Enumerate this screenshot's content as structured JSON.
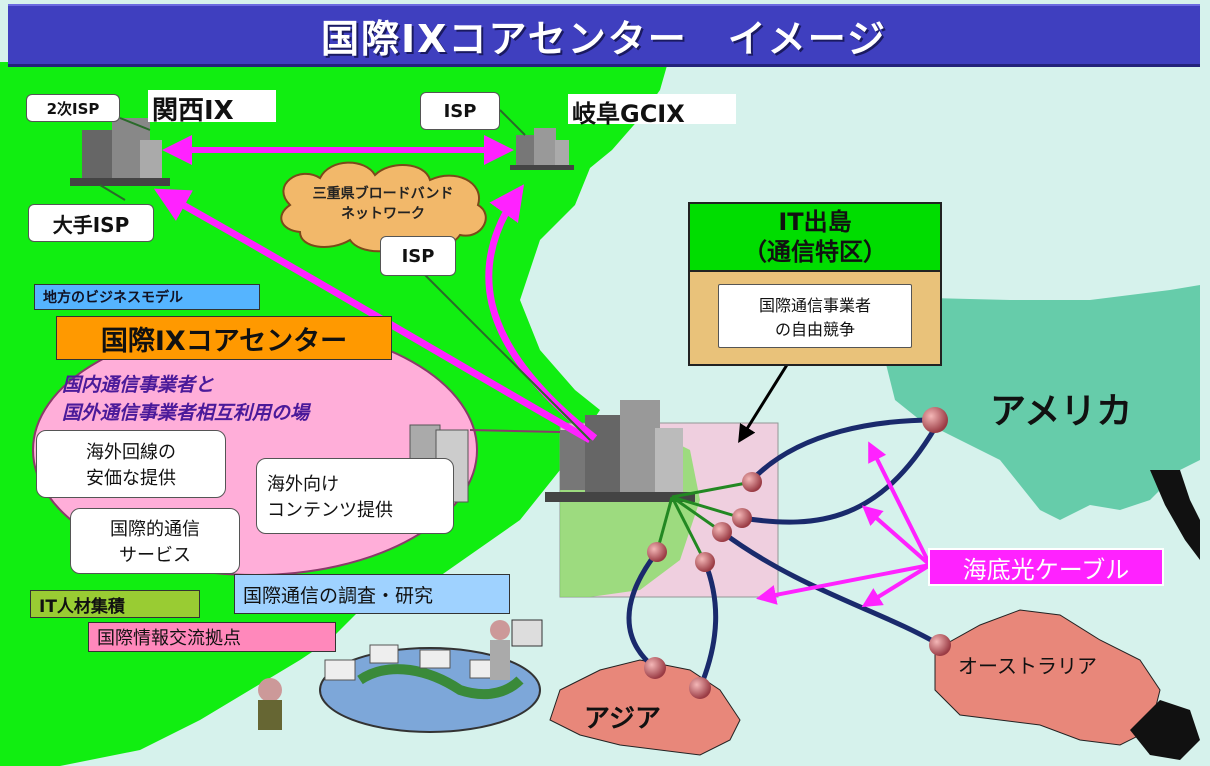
{
  "title": "国際IXコアセンター　イメージ",
  "nodes": {
    "kansai_ix": "関西IX",
    "secondary_isp": "2次ISP",
    "major_isp": "大手ISP",
    "gifu_isp": "ISP",
    "gifu_gcix": "岐阜GCIX",
    "cloud_line1": "三重県ブロードバンド",
    "cloud_line2": "ネットワーク",
    "mie_isp": "ISP"
  },
  "business": {
    "model_tag": "地方のビジネスモデル",
    "center_title": "国際IXコアセンター",
    "mutual_use_line1": "国内通信事業者と",
    "mutual_use_line2": "国外通信事業者相互利用の場",
    "overseas_line_1": "海外回線の",
    "overseas_line_2": "安価な提供",
    "intl_service_1": "国際的通信",
    "intl_service_2": "サービス",
    "content_1": "海外向け",
    "content_2": "コンテンツ提供"
  },
  "tags": {
    "it_talent": "IT人材集積",
    "research": "国際通信の調査・研究",
    "exchange_hub": "国際情報交流拠点"
  },
  "it_dejima": {
    "title_line1": "IT出島",
    "title_line2": "（通信特区）",
    "desc_line1": "国際通信事業者",
    "desc_line2": "の自由競争"
  },
  "regions": {
    "america": "アメリカ",
    "asia": "アジア",
    "australia": "オーストラリア"
  },
  "cable_label": "海底光ケーブル",
  "colors": {
    "title_bar": "#3f3fbf",
    "land_japan": "#11ee11",
    "sea": "#d6f2ec",
    "arrow_magenta": "#ff22ff",
    "cable_navy": "#1a2a6c",
    "region_salmon": "#e8877a",
    "america_teal": "#66ccaa",
    "center_orange": "#ff9900",
    "center_pink": "#ffaed9",
    "dejima_green": "#00dd00",
    "dejima_tan": "#e9c27a"
  }
}
